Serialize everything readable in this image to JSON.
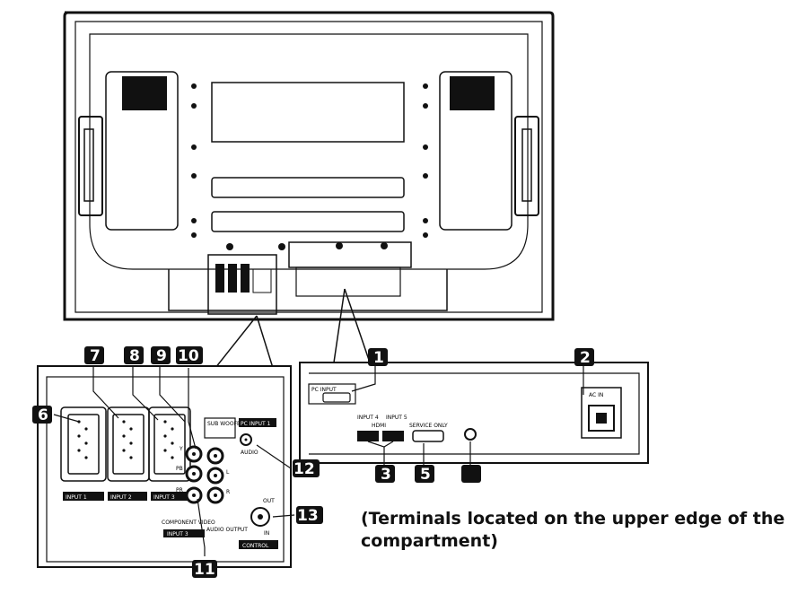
{
  "caption": {
    "line1": "(Terminals located on the upper edge of the",
    "line2": "compartment)"
  },
  "callouts": [
    "1",
    "2",
    "3",
    "5",
    "6",
    "7",
    "8",
    "9",
    "10",
    "11",
    "12",
    "13"
  ],
  "terminal_labels": {
    "pc_input_top": "PC INPUT",
    "ac_in": "AC IN",
    "input4": "INPUT 4",
    "input5": "INPUT 5",
    "hdmi": "HDMI",
    "service_only": "SERVICE ONLY",
    "sub_woofer": "SUB WOOFER",
    "pc_input1": "PC INPUT 1",
    "audio": "AUDIO",
    "input1": "INPUT 1",
    "input2": "INPUT 2",
    "input3": "INPUT 3",
    "component_video": "COMPONENT VIDEO",
    "input3b": "INPUT 3",
    "audio_output": "AUDIO OUTPUT",
    "control": "CONTROL",
    "out": "OUT",
    "in": "IN",
    "l": "L",
    "r": "R",
    "y": "Y",
    "pb": "PB",
    "pr": "PR"
  },
  "colors": {
    "ink": "#111111",
    "paper": "#ffffff",
    "panel": "#f2f2f2"
  }
}
